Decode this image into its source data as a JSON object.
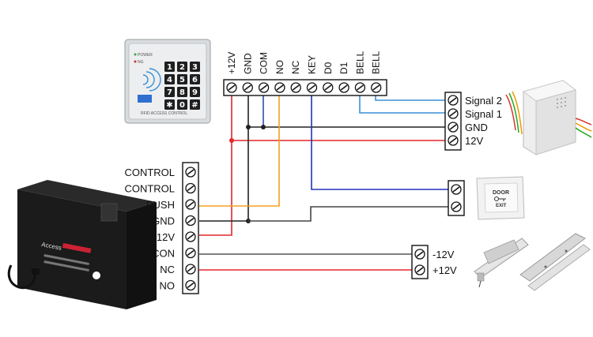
{
  "keypad": {
    "top_labels": [
      "+12V",
      "GND",
      "COM",
      "NO",
      "NC",
      "KEY",
      "D0",
      "D1",
      "BELL",
      "BELL"
    ],
    "keys": [
      "1",
      "2",
      "3",
      "4",
      "5",
      "6",
      "7",
      "8",
      "9",
      "✱",
      "0",
      "#"
    ],
    "caption": "RFID ACCESS CONTROL",
    "led_labels": [
      "POWER",
      "NG"
    ]
  },
  "power_supply": {
    "labels": [
      "CONTROL",
      "CONTROL",
      "PUSH",
      "GND",
      "12V",
      "CON",
      "NC",
      "NO"
    ],
    "brand": "Access"
  },
  "doorbell": {
    "labels": [
      "Signal 2",
      "Signal 1",
      "GND",
      "12V"
    ]
  },
  "exit_button": {
    "line1": "DOOR",
    "line2": "EXIT"
  },
  "lock": {
    "labels": [
      "-12V",
      "+12V"
    ]
  },
  "colors": {
    "wire_red": "#e3262b",
    "wire_black": "#222222",
    "wire_blue": "#2232b8",
    "wire_orange": "#f5a020",
    "wire_lightblue": "#3a8fd6",
    "wire_gray": "#555555"
  }
}
